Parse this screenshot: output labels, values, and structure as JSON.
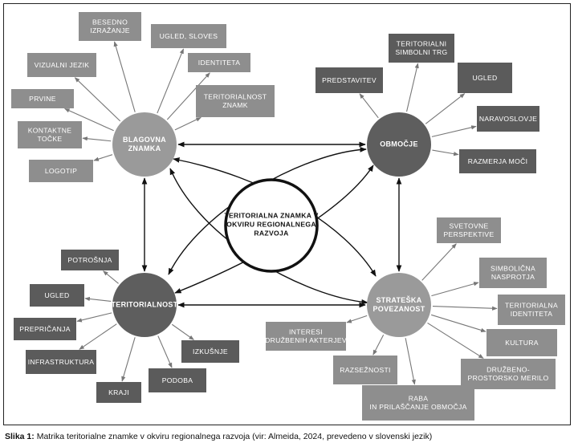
{
  "center": {
    "lines": [
      "TERITORIALNA ZNAMKA V",
      "OKVIRU REGIONALNEGA",
      "RAZVOJA"
    ]
  },
  "hubs": {
    "blagovna": [
      "BLAGOVNA",
      "ZNAMKA"
    ],
    "obmocje": [
      "OBMOČJE"
    ],
    "teritorialnost": [
      "TERITORIALNOST"
    ],
    "strateska": [
      "STRATEŠKA",
      "POVEZANOST"
    ]
  },
  "colors": {
    "light_box": "#8e8e8e",
    "dark_box": "#5b5b5b",
    "light_hub": "#9a9a9a",
    "dark_hub": "#5e5e5e"
  },
  "nodes": {
    "blagovna": [
      [
        "BESEDNO",
        "IZRAŽANJE"
      ],
      [
        "UGLED, SLOVES"
      ],
      [
        "VIZUALNI JEZIK"
      ],
      [
        "IDENTITETA"
      ],
      [
        "PRVINE"
      ],
      [
        "TERITORIALNOST",
        "ZNAMK"
      ],
      [
        "KONTAKTNE",
        "TOČKE"
      ],
      [
        "LOGOTIP"
      ]
    ],
    "obmocje": [
      [
        "TERITORIALNI",
        "SIMBOLNI TRG"
      ],
      [
        "PREDSTAVITEV"
      ],
      [
        "UGLED"
      ],
      [
        "NARAVOSLOVJE"
      ],
      [
        "RAZMERJA MOČI"
      ]
    ],
    "teritorialnost": [
      [
        "POTROŠNJA"
      ],
      [
        "UGLED"
      ],
      [
        "PREPRIČANJA"
      ],
      [
        "INFRASTRUKTURA"
      ],
      [
        "KRAJI"
      ],
      [
        "PODOBA"
      ],
      [
        "IZKUŠNJE"
      ]
    ],
    "strateska": [
      [
        "SVETOVNE",
        "PERSPEKTIVE"
      ],
      [
        "SIMBOLIČNA",
        "NASPROTJA"
      ],
      [
        "TERITORIALNA",
        "IDENTITETA"
      ],
      [
        "KULTURA"
      ],
      [
        "DRUŽBENO-",
        "PROSTORSKO MERILO"
      ],
      [
        "INTERESI",
        "DRUŽBENIH AKTERJEV"
      ],
      [
        "RAZSEŽNOSTI"
      ],
      [
        "RABA",
        "IN PRILAŠČANJE OBMOČJA"
      ]
    ]
  },
  "caption": {
    "label": "Slika 1:",
    "text": " Matrika teritorialne znamke v okviru regionalnega razvoja (vir: Almeida, 2024, prevedeno v slovenski jezik)"
  }
}
